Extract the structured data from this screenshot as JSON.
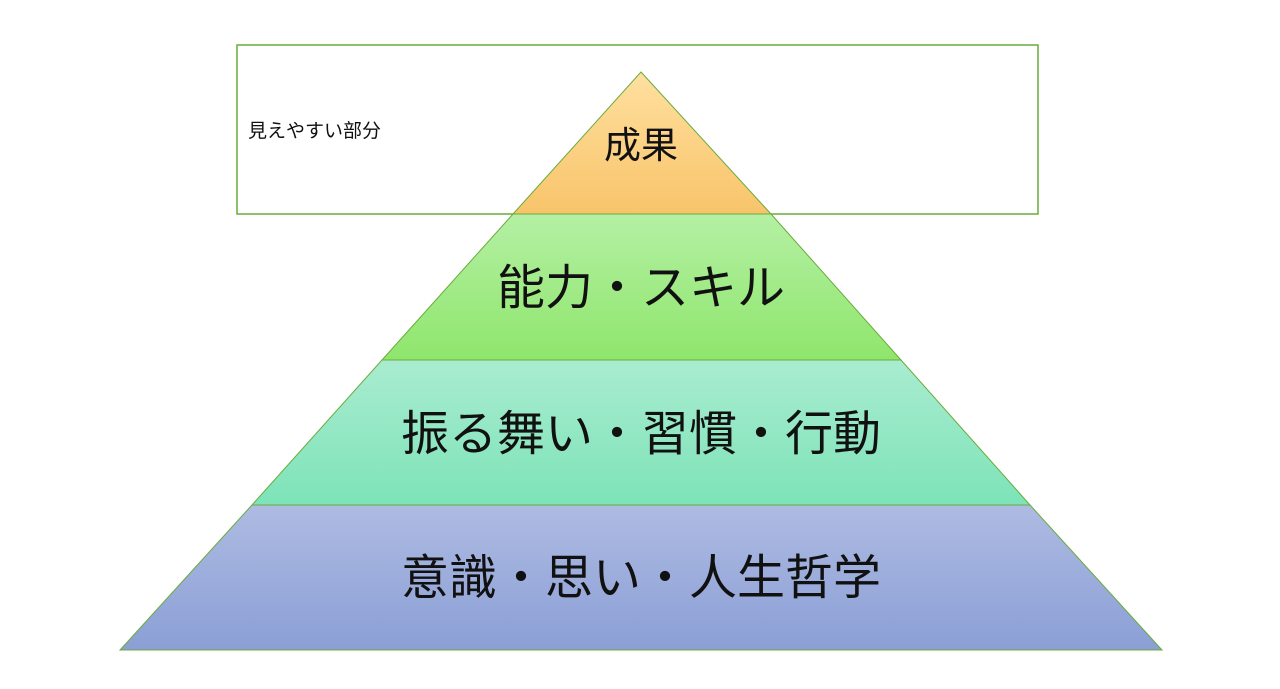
{
  "visible_box": {
    "label": "見えやすい部分",
    "border_color": "#6aab3c"
  },
  "layers": [
    {
      "label": "成果",
      "color_top": "#ffe0a0",
      "color_bottom": "#f8c46a"
    },
    {
      "label": "能力・スキル",
      "color_top": "#b4f0a4",
      "color_bottom": "#8fe66c"
    },
    {
      "label": "振る舞い・習慣・行動",
      "color_top": "#a9ecd0",
      "color_bottom": "#7de3b8"
    },
    {
      "label": "意識・思い・人生哲学",
      "color_top": "#aebbe2",
      "color_bottom": "#8b9fd6"
    }
  ],
  "outline_color": "#6aab3c"
}
